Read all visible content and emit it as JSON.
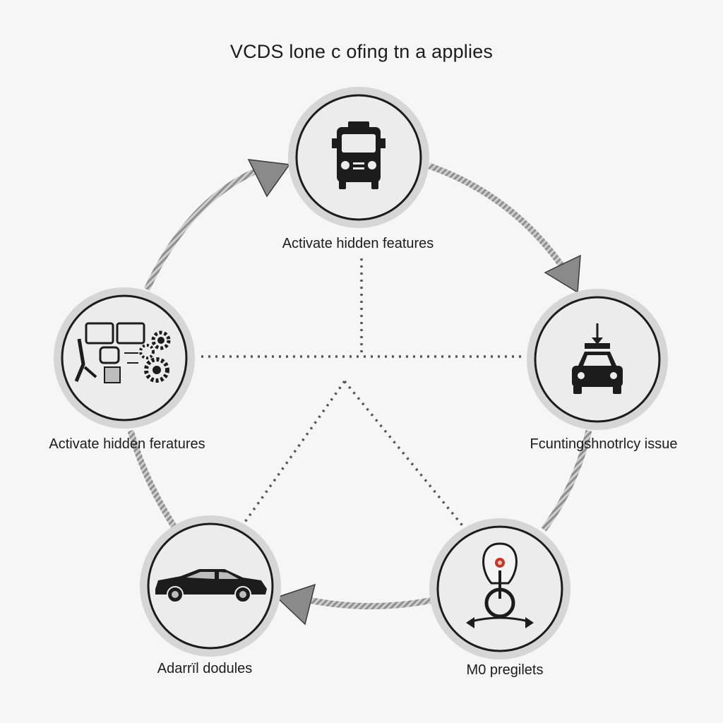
{
  "diagram": {
    "title": "VCDS lone c ofing tn a applies",
    "nodes": [
      {
        "id": "top",
        "label": "Activate hidden features",
        "icon": "bus-front-icon"
      },
      {
        "id": "right",
        "label": "Fcuntingshnotrlcy issue",
        "icon": "car-lift-icon"
      },
      {
        "id": "bottom-right",
        "label": "M0 pregilets",
        "icon": "key-fob-icon"
      },
      {
        "id": "bottom-left",
        "label": "Adarrїl dodules",
        "icon": "sports-car-icon"
      },
      {
        "id": "left",
        "label": "Activate hidden feratureѕ",
        "icon": "modules-gears-icon"
      }
    ],
    "colors": {
      "background": "#f6f6f6",
      "ring": "#1c1c1c",
      "halo": "#d4d4d4",
      "arrow": "#8a8a8a",
      "dotted": "#555555"
    }
  }
}
